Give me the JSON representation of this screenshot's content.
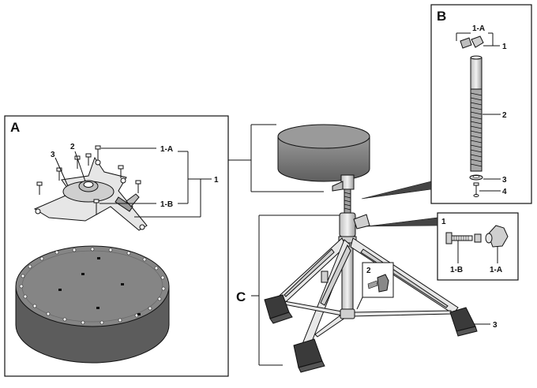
{
  "panels": {
    "a": {
      "letter": "A",
      "callouts": {
        "n1": "1",
        "n1a": "1-A",
        "n1b": "1-B",
        "n2": "2",
        "n3": "3"
      }
    },
    "b": {
      "letter": "B",
      "callouts": {
        "n1": "1",
        "n1a": "1-A",
        "n2": "2",
        "n3": "3",
        "n4": "4"
      }
    },
    "c": {
      "letter": "C",
      "callouts": {
        "n2": "2",
        "n3": "3"
      }
    },
    "detail": {
      "callouts": {
        "n1": "1",
        "n1a": "1-A",
        "n1b": "1-B"
      }
    }
  },
  "colors": {
    "line": "#111111",
    "seat_dark": "#6e6e6e",
    "seat_top": "#8c8c8c",
    "metal": "#d9d9d9"
  }
}
